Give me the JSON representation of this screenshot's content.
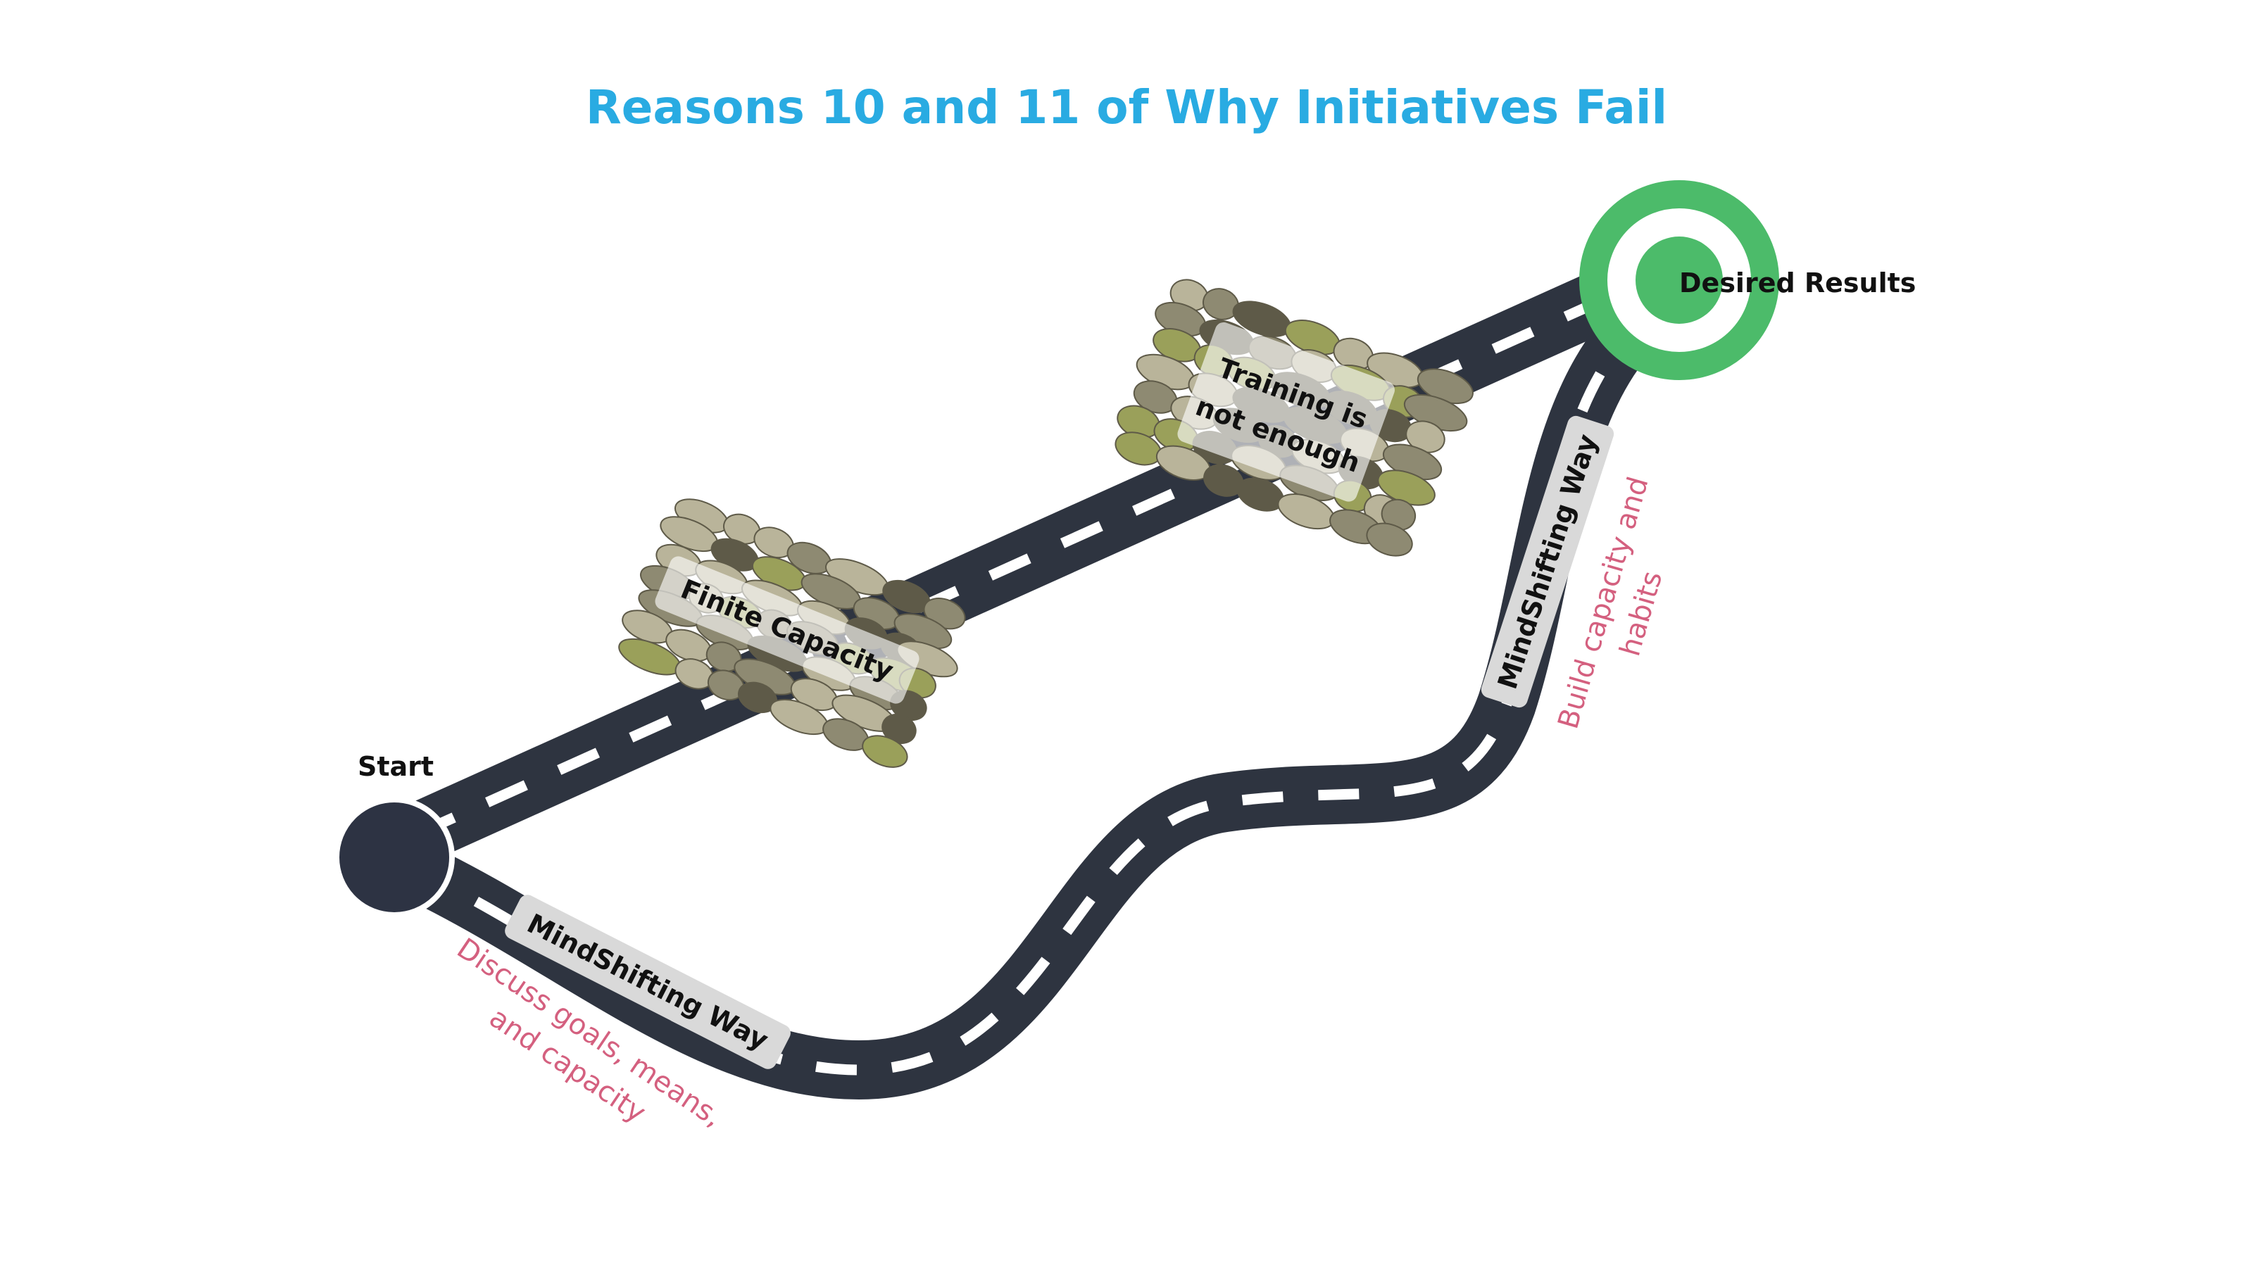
{
  "title": "Reasons 10 and 11 of Why Initiatives Fail",
  "nodes": {
    "start": "Start",
    "end": "Desired Results"
  },
  "obstacles": {
    "first": "Finite Capacity",
    "second_line1": "Training is",
    "second_line2": "not enough"
  },
  "paths": {
    "lower_label": "MindShifting Way",
    "upper_label": "MindShifting Way"
  },
  "notes": {
    "lower_line1": "Discuss goals, means,",
    "lower_line2": "and capacity",
    "upper_line1": "Build capacity and",
    "upper_line2": "habits"
  },
  "colors": {
    "title": "#29abe2",
    "road": "#2e3440",
    "road_dash": "#ffffff",
    "target": "#4cbb6a",
    "start_node": "#2d3343",
    "note": "#d4607f",
    "label_box": "#d9d9d9",
    "stone_base": "#8e8a72",
    "stone_light": "#b9b49a",
    "stone_moss": "#9aa05a",
    "stone_dark": "#5e5a48"
  }
}
